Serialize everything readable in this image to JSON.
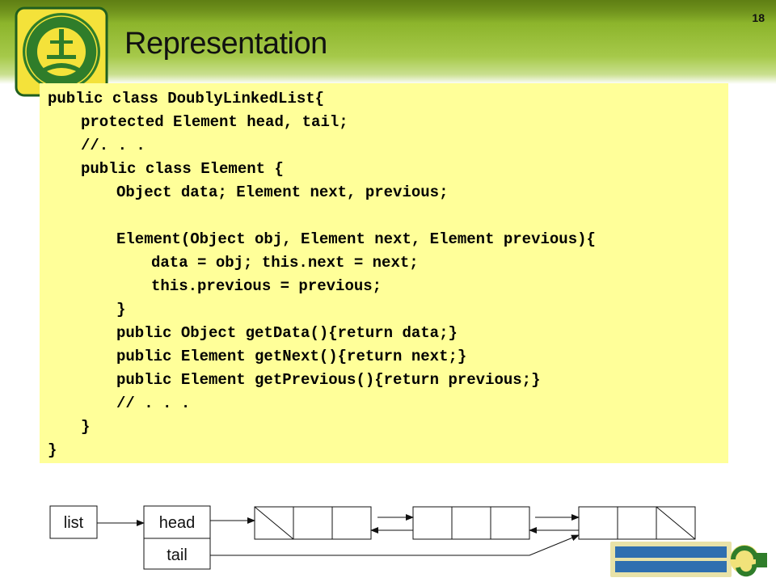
{
  "slide": {
    "title": "Representation",
    "page_number": "18"
  },
  "code": {
    "lines": [
      {
        "indent": 0,
        "text": "public class DoublyLinkedList{"
      },
      {
        "indent": 1,
        "text": "protected Element head, tail;"
      },
      {
        "indent": 1,
        "text": "//. . ."
      },
      {
        "indent": 1,
        "text": "public class Element {"
      },
      {
        "indent": 2,
        "text": "Object data; Element next, previous;"
      },
      {
        "indent": 2,
        "text": ""
      },
      {
        "indent": 2,
        "text": "Element(Object obj, Element next, Element previous){"
      },
      {
        "indent": 3,
        "text": "data = obj; this.next = next;"
      },
      {
        "indent": 3,
        "text": "this.previous = previous;"
      },
      {
        "indent": 2,
        "text": "}"
      },
      {
        "indent": 2,
        "text": "public Object getData(){return data;}"
      },
      {
        "indent": 2,
        "text": "public Element getNext(){return next;}"
      },
      {
        "indent": 2,
        "text": "public Element getPrevious(){return previous;}"
      },
      {
        "indent": 2,
        "text": "// . . ."
      },
      {
        "indent": 1,
        "text": "}"
      },
      {
        "indent": 0,
        "text": "}"
      }
    ]
  },
  "diagram": {
    "list_label": "list",
    "head_label": "head",
    "tail_label": "tail"
  },
  "colors": {
    "code_background": "#ffff99",
    "header_green": "#8db52c"
  },
  "logo_icon": "university-seal-icon",
  "footer_logo_icon": "ics-department-logo-icon"
}
